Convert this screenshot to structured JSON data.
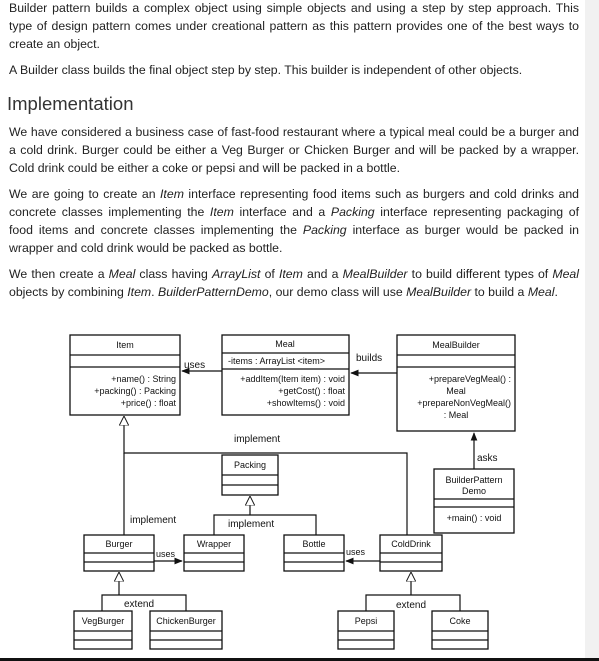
{
  "intro": {
    "p1": "Builder pattern builds a complex object using simple objects and using a step by step approach. This type of design pattern comes under creational pattern as this pattern provides one of the best ways to create an object.",
    "p2": "A Builder class builds the final object step by step. This builder is independent of other objects."
  },
  "implementation": {
    "heading": "Implementation",
    "p1": "We have considered a business case of fast-food restaurant where a typical meal could be a burger and a cold drink. Burger could be either a Veg Burger or Chicken Burger and will be packed by a wrapper. Cold drink could be either a coke or pepsi and will be packed in a bottle.",
    "p2": {
      "t1": "We are going to create an ",
      "i1": "Item",
      "t2": " interface representing food items such as burgers and cold drinks and concrete classes implementing the ",
      "i2": "Item",
      "t3": " interface and a ",
      "i3": "Packing",
      "t4": " interface representing packaging of food items and concrete classes implementing the ",
      "i4": "Packing",
      "t5": " interface as burger would be packed in wrapper and cold drink would be packed as bottle."
    },
    "p3": {
      "t1": "We then create a ",
      "i1": "Meal",
      "t2": " class having ",
      "i2": "ArrayList",
      "t3": " of ",
      "i3": "Item",
      "t4": " and a ",
      "i4": "MealBuilder",
      "t5": " to build different types of ",
      "i5": "Meal",
      "t6": " objects by combining ",
      "i6": "Item",
      "t7": ". ",
      "i7": "BuilderPatternDemo",
      "t8": ", our demo class will use ",
      "i8": "MealBuilder",
      "t9": " to build a ",
      "i9": "Meal",
      "t10": "."
    }
  },
  "diagram": {
    "item": {
      "name": "Item",
      "m1": "+name() : String",
      "m2": "+packing() : Packing",
      "m3": "+price() : float"
    },
    "meal": {
      "name": "Meal",
      "field": "-items : ArrayList <item>",
      "m1": "+addItem(Item item) : void",
      "m2": "+getCost() : float",
      "m3": "+showItems() : void"
    },
    "mealbuilder": {
      "name": "MealBuilder",
      "m1": "+prepareVegMeal() :",
      "m2": "Meal",
      "m3": "+prepareNonVegMeal()",
      "m4": ": Meal"
    },
    "packing": {
      "name": "Packing"
    },
    "demo": {
      "name1": "BuilderPattern",
      "name2": "Demo",
      "m1": "+main() : void"
    },
    "burger": {
      "name": "Burger"
    },
    "wrapper": {
      "name": "Wrapper"
    },
    "bottle": {
      "name": "Bottle"
    },
    "colddrink": {
      "name": "ColdDrink"
    },
    "vegburger": {
      "name": "VegBurger"
    },
    "chickenburger": {
      "name": "ChickenBurger"
    },
    "pepsi": {
      "name": "Pepsi"
    },
    "coke": {
      "name": "Coke"
    },
    "labels": {
      "uses1": "uses",
      "builds": "builds",
      "implement_top": "implement",
      "asks": "asks",
      "implement_left": "implement",
      "implement_mid": "implement",
      "uses2": "uses",
      "uses3": "uses",
      "extend_left": "extend",
      "extend_right": "extend"
    }
  }
}
